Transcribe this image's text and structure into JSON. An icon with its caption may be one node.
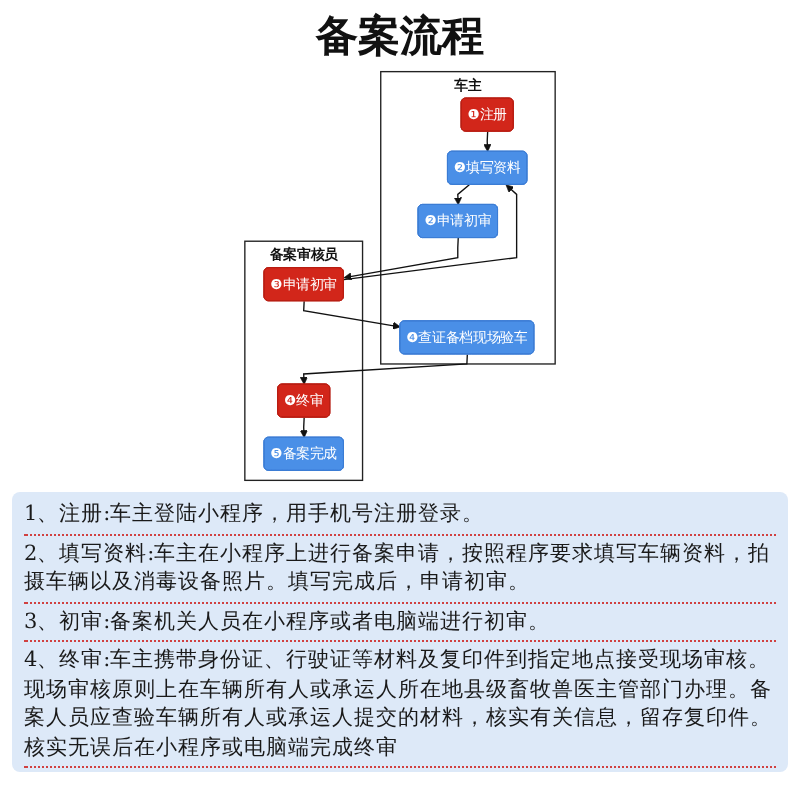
{
  "diagram": {
    "title": "备案流程",
    "nodes": [
      {
        "text": [
          "车主"
        ]
      },
      {
        "text": [
          "备案审核员"
        ]
      },
      {
        "text": [
          "❶注册"
        ],
        "in": 0
      },
      {
        "text": [
          "❷填写资料"
        ],
        "in": 0
      },
      {
        "text": [
          "❷申请初审"
        ],
        "in": 0
      },
      {
        "text": [
          "❸申请初审"
        ],
        "in": 1
      },
      {
        "text": [
          "❹查证备档现场验车"
        ],
        "in": 0
      },
      {
        "text": [
          "❹终审"
        ],
        "in": 1
      },
      {
        "text": [
          "❺备案完成"
        ],
        "in": 1
      }
    ],
    "edges": [
      {
        "from": 2,
        "to": 3,
        "arrow": "to"
      },
      {
        "from": 3,
        "to": 4,
        "arrow": "to"
      },
      {
        "from": 4,
        "to": 5,
        "arrow": "to"
      },
      {
        "from": 5,
        "to": 3,
        "arrow": "to"
      },
      {
        "from": 5,
        "to": 6,
        "arrow": "to"
      },
      {
        "from": 6,
        "to": 7,
        "arrow": "to"
      },
      {
        "from": 7,
        "to": 8,
        "arrow": "to"
      }
    ],
    "labels": [
      "1、注册:车主登陆小程序，用手机号注册登录。",
      "2、填写资料:车主在小程序上进行备案申请，按照程序要求填写车辆资料，拍摄车辆以及消毒设备照片。填写完成后，申请初审。",
      "3、初审:备案机关人员在小程序或者电脑端进行初审。",
      "4、终审:车主携带身份证、行驶证等材料及复印件到指定地点接受现场审核。现场审核原则上在车辆所有人或承运人所在地县级畜牧兽医主管部门办理。备案人员应查验车辆所有人或承运人提交的材料，核实有关信息，留存复印件。核实无误后在小程序或电脑端完成终审"
    ]
  }
}
